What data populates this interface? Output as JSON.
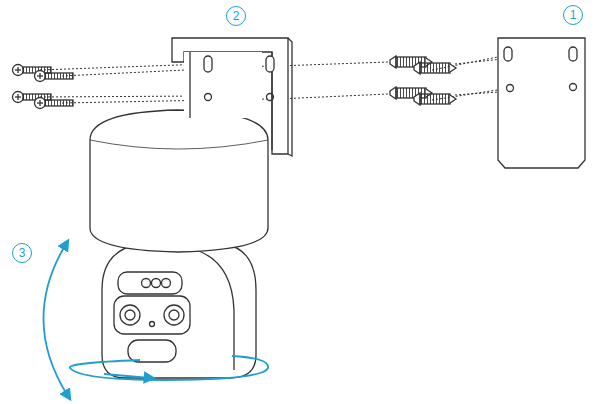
{
  "diagram": {
    "labels": [
      "2",
      "1",
      "3"
    ]
  }
}
